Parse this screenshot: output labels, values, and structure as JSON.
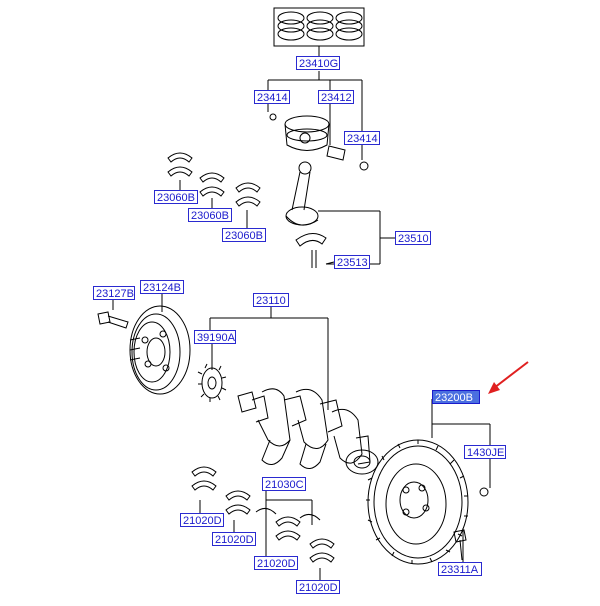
{
  "parts": {
    "p23410G": "23410G",
    "p23414a": "23414",
    "p23412": "23412",
    "p23414b": "23414",
    "p23060Ba": "23060B",
    "p23060Bb": "23060B",
    "p23060Bc": "23060B",
    "p23510": "23510",
    "p23513": "23513",
    "p23127B": "23127B",
    "p23124B": "23124B",
    "p23110": "23110",
    "p39190A": "39190A",
    "p23200B": "23200B",
    "p1430JE": "1430JE",
    "p21030C": "21030C",
    "p21020Da": "21020D",
    "p21020Db": "21020D",
    "p21020Dc": "21020D",
    "p21020Dd": "21020D",
    "p23311A": "23311A"
  },
  "colors": {
    "label_border": "#2a2ad0",
    "label_text": "#1a1acc",
    "highlight_fill": "#4a6fe0",
    "arrow": "#e02020",
    "line": "#000000"
  },
  "highlighted_part": "p23200B"
}
